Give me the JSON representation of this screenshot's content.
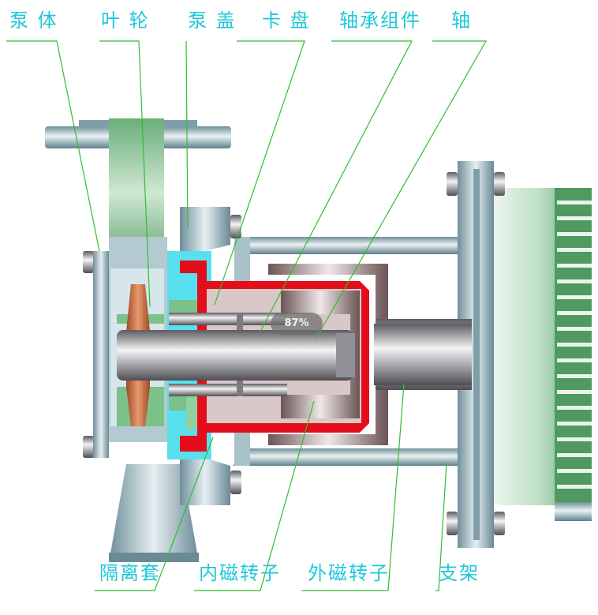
{
  "labels": {
    "pump_body": "泵 体",
    "impeller": "叶 轮",
    "pump_cover": "泵 盖",
    "clamp_disk": "卡 盘",
    "bearing_assembly": "轴承组件",
    "shaft": "轴",
    "isolation_sleeve": "隔离套",
    "inner_magnetic_rotor": "内磁转子",
    "outer_magnetic_rotor": "外磁转子",
    "bracket": "支架"
  },
  "zoom_badge": "87%",
  "colors": {
    "label_text": "#1ec8d8",
    "leader_line": "#2fbf2f",
    "isolation_sleeve": "#e30d1c",
    "impeller": "#c8683a",
    "cavity": "#58e0ef",
    "green_body": "#7cc08a",
    "steel": "#9fb9c2"
  }
}
